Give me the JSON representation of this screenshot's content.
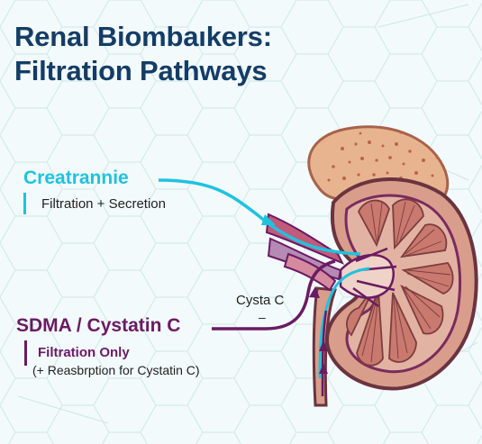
{
  "title": {
    "line1": "Renal Biombaıkers:",
    "line2": "Filtration Pathways"
  },
  "creatinine": {
    "name": "Creatrannie",
    "description": "Filtration + Secretion",
    "color": "#1ec3e0"
  },
  "sdma": {
    "name": "SDMA / Cystatin C",
    "description": "Filtration Only",
    "note": "(+ Reasbrption for Cystatin C)",
    "color": "#6a1b63"
  },
  "annotation": {
    "label": "Cysta C",
    "mark": "–"
  },
  "colors": {
    "title": "#143d66",
    "kidney_fill": "#d89e8b",
    "kidney_outline": "#6b3340",
    "adrenal": "#e8b48f",
    "background": "#f3fafb"
  }
}
